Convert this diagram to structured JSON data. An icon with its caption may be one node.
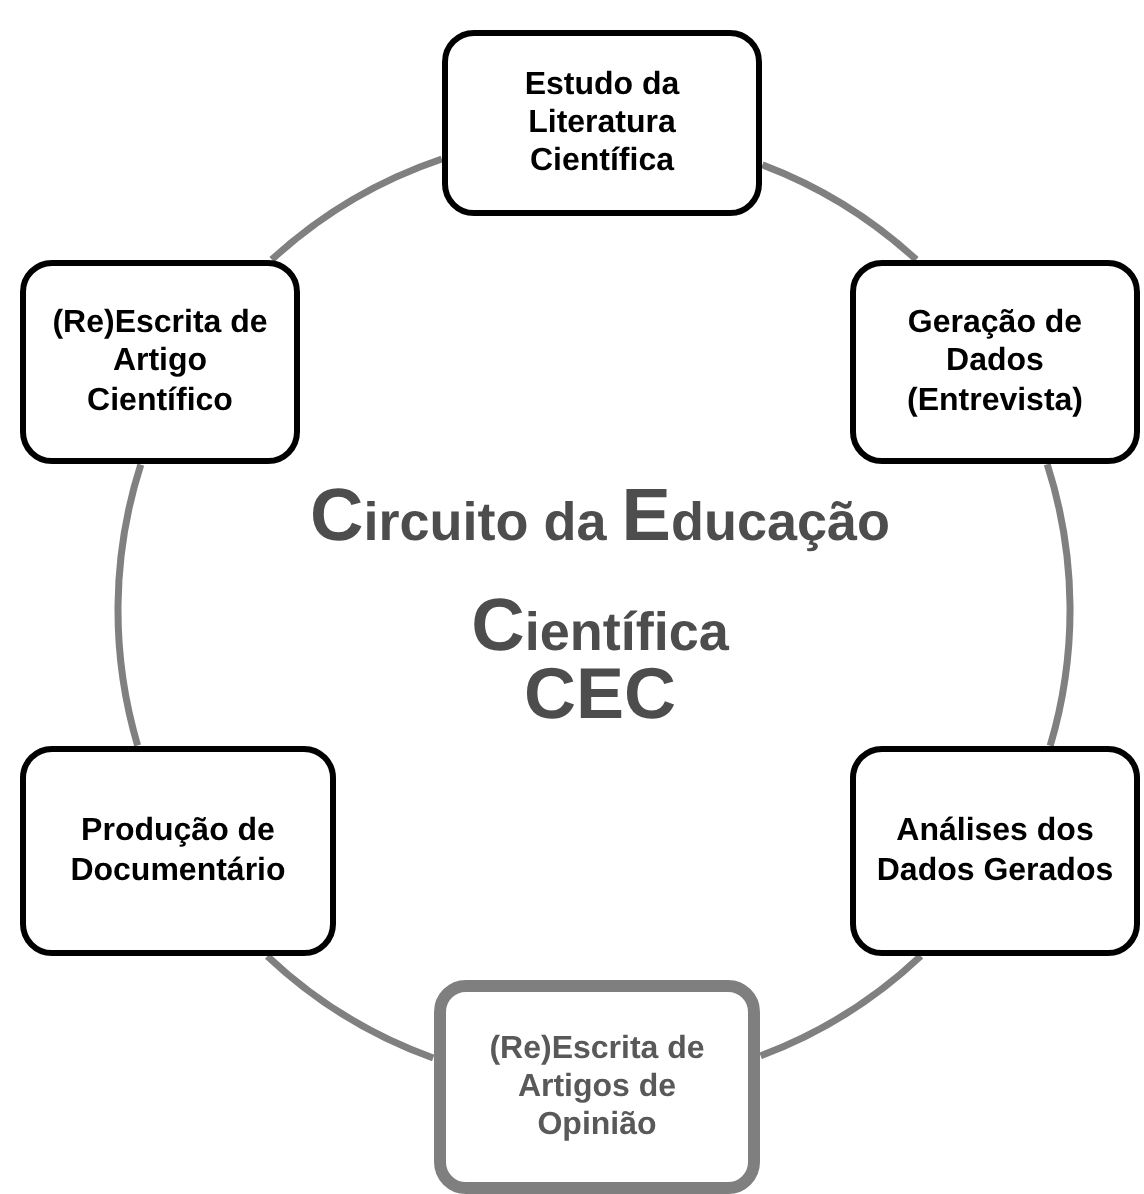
{
  "diagram": {
    "nodes": [
      {
        "text": [
          "Estudo da Literatura Científica"
        ]
      },
      {
        "text": [
          "(Re)Escrita de Artigo Científico"
        ]
      },
      {
        "text": [
          "Geração de Dados (Entrevista)"
        ]
      },
      {
        "text": [
          "Produção de Documentário"
        ]
      },
      {
        "text": [
          "Análises dos Dados Gerados"
        ]
      },
      {
        "text": [
          "(Re)Escrita de Artigos de Opinião"
        ]
      }
    ],
    "edges": [
      {
        "from": 0,
        "to": 2,
        "arrow": "none"
      },
      {
        "from": 2,
        "to": 4,
        "arrow": "none"
      },
      {
        "from": 4,
        "to": 5,
        "arrow": "none"
      },
      {
        "from": 5,
        "to": 3,
        "arrow": "none"
      },
      {
        "from": 3,
        "to": 1,
        "arrow": "none"
      },
      {
        "from": 1,
        "to": 0,
        "arrow": "none"
      }
    ],
    "labels": [
      "Circuito da Educação Científica",
      "CEC"
    ]
  }
}
